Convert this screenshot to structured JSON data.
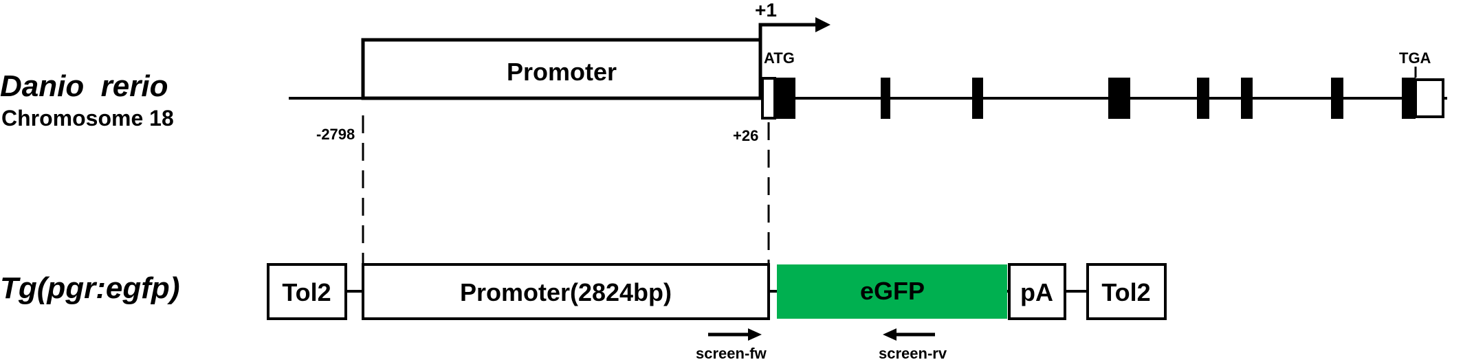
{
  "genome": {
    "species": "Danio  rerio",
    "chromosome": "Chromosome 18",
    "promoter_label": "Promoter",
    "tss_label": "+1",
    "start_codon": "ATG",
    "stop_codon": "TGA",
    "pos_start": "-2798",
    "pos_end": "+26"
  },
  "construct": {
    "name": "Tg(pgr:egfp)",
    "tol2_left": "Tol2",
    "promoter": "Promoter(2824bp)",
    "reporter": "eGFP",
    "polyA": "pA",
    "tol2_right": "Tol2"
  },
  "primers": {
    "forward": "screen-fw",
    "reverse": "screen-rv"
  },
  "colors": {
    "egfp": "#00b050",
    "line": "#000000"
  }
}
